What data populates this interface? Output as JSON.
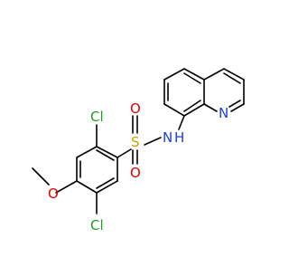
{
  "molecule": {
    "atoms": {
      "cl_top": "Cl",
      "cl_bottom": "Cl",
      "oxygen_methoxy": "O",
      "sulfur": "S",
      "oxygen_sulfonyl_1": "O",
      "oxygen_sulfonyl_2": "O",
      "nitrogen_amide": "N",
      "hydrogen_amide": "H",
      "nitrogen_quinoline": "N"
    },
    "colors": {
      "chlorine": "#1f9b1f",
      "oxygen": "#e00000",
      "sulfur": "#c8a000",
      "nitrogen": "#1a3ee0",
      "bond": "#000000"
    }
  }
}
